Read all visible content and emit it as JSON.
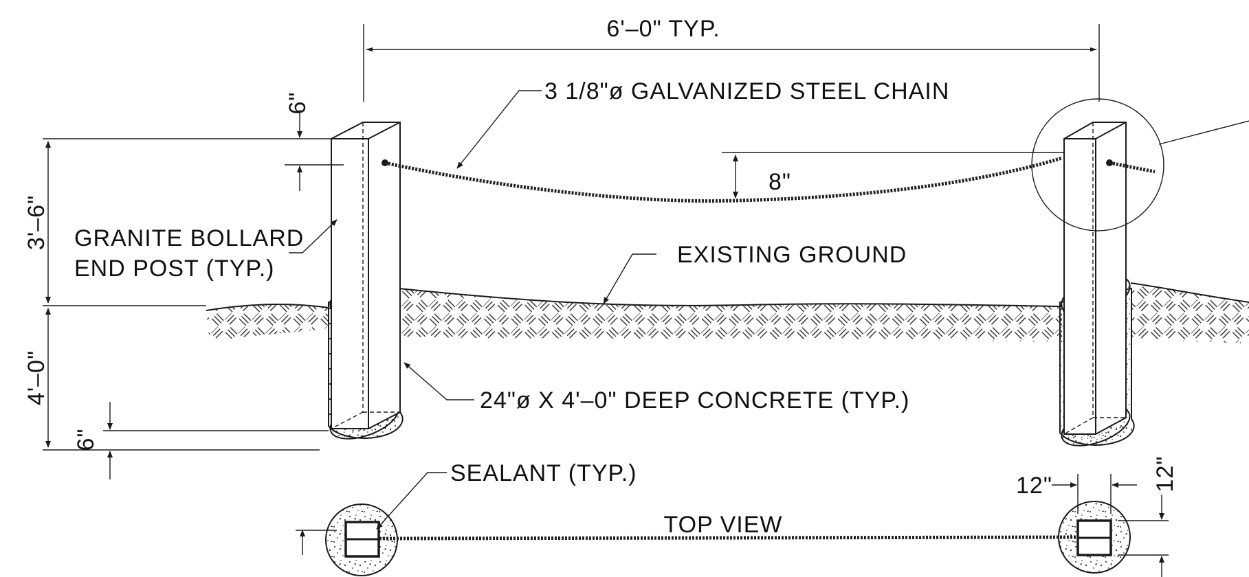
{
  "labels": {
    "spacing": "6'–0\" TYP.",
    "chain": "3 1/8\"ø GALVANIZED STEEL CHAIN",
    "sag": "8\"",
    "bollard_line1": "GRANITE BOLLARD",
    "bollard_line2": "END POST (TYP.)",
    "ground": "EXISTING GROUND",
    "concrete": "24\"ø X 4'–0\" DEEP CONCRETE (TYP.)",
    "sealant": "SEALANT (TYP.)",
    "top_view": "TOP VIEW",
    "post_top": "6\"",
    "above_grade": "3'–6\"",
    "below_grade": "4'–0\"",
    "footing_base": "6\"",
    "post_width": "12\"",
    "post_depth": "12\""
  },
  "colors": {
    "line": "#1a1a1a",
    "background": "#ffffff"
  }
}
